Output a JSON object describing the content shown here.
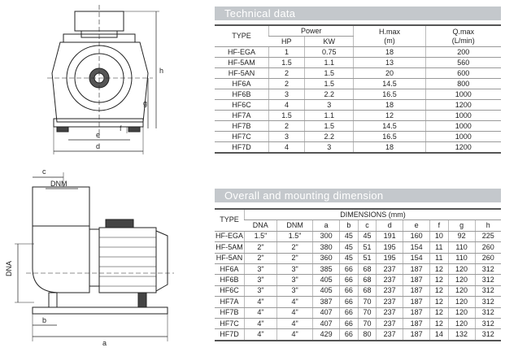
{
  "technical": {
    "title": "Technical data",
    "headers": {
      "type": "TYPE",
      "power": "Power",
      "hp": "HP",
      "kw": "KW",
      "hmax": "H.max",
      "hmax_unit": "(m)",
      "qmax": "Q.max",
      "qmax_unit": "(L/min)"
    },
    "rows": [
      [
        "HF-EGA",
        "1",
        "0.75",
        "18",
        "200"
      ],
      [
        "HF-5AM",
        "1.5",
        "1.1",
        "13",
        "560"
      ],
      [
        "HF-5AN",
        "2",
        "1.5",
        "20",
        "600"
      ],
      [
        "HF6A",
        "2",
        "1.5",
        "14.5",
        "800"
      ],
      [
        "HF6B",
        "3",
        "2.2",
        "16.5",
        "1000"
      ],
      [
        "HF6C",
        "4",
        "3",
        "18",
        "1200"
      ],
      [
        "HF7A",
        "1.5",
        "1.1",
        "12",
        "1000"
      ],
      [
        "HF7B",
        "2",
        "1.5",
        "14.5",
        "1000"
      ],
      [
        "HF7C",
        "3",
        "2.2",
        "16.5",
        "1000"
      ],
      [
        "HF7D",
        "4",
        "3",
        "18",
        "1200"
      ]
    ]
  },
  "dimensions": {
    "title": "Overall and mounting dimension",
    "headers": {
      "type": "TYPE",
      "group": "DIMENSIONS (mm)",
      "cols": [
        "DNA",
        "DNM",
        "a",
        "b",
        "c",
        "d",
        "e",
        "f",
        "g",
        "h"
      ]
    },
    "rows": [
      [
        "HF-EGA",
        "1.5\"",
        "1.5\"",
        "300",
        "45",
        "45",
        "191",
        "160",
        "10",
        "92",
        "225"
      ],
      [
        "HF-5AM",
        "2\"",
        "2\"",
        "380",
        "45",
        "51",
        "195",
        "154",
        "11",
        "110",
        "260"
      ],
      [
        "HF-5AN",
        "2\"",
        "2\"",
        "360",
        "45",
        "51",
        "195",
        "154",
        "11",
        "110",
        "260"
      ],
      [
        "HF6A",
        "3\"",
        "3\"",
        "385",
        "66",
        "68",
        "237",
        "187",
        "12",
        "120",
        "312"
      ],
      [
        "HF6B",
        "3\"",
        "3\"",
        "405",
        "66",
        "68",
        "237",
        "187",
        "12",
        "120",
        "312"
      ],
      [
        "HF6C",
        "3\"",
        "3\"",
        "405",
        "66",
        "68",
        "237",
        "187",
        "12",
        "120",
        "312"
      ],
      [
        "HF7A",
        "4\"",
        "4\"",
        "387",
        "66",
        "70",
        "237",
        "187",
        "12",
        "120",
        "312"
      ],
      [
        "HF7B",
        "4\"",
        "4\"",
        "407",
        "66",
        "70",
        "237",
        "187",
        "12",
        "120",
        "312"
      ],
      [
        "HF7C",
        "4\"",
        "4\"",
        "407",
        "66",
        "70",
        "237",
        "187",
        "12",
        "120",
        "312"
      ],
      [
        "HF7D",
        "4\"",
        "4\"",
        "429",
        "66",
        "80",
        "237",
        "187",
        "14",
        "132",
        "312"
      ]
    ]
  },
  "drawing_labels": {
    "front": [
      "h",
      "g",
      "e",
      "f",
      "d"
    ],
    "side": [
      "c",
      "DNM",
      "DNA",
      "b",
      "a"
    ]
  }
}
